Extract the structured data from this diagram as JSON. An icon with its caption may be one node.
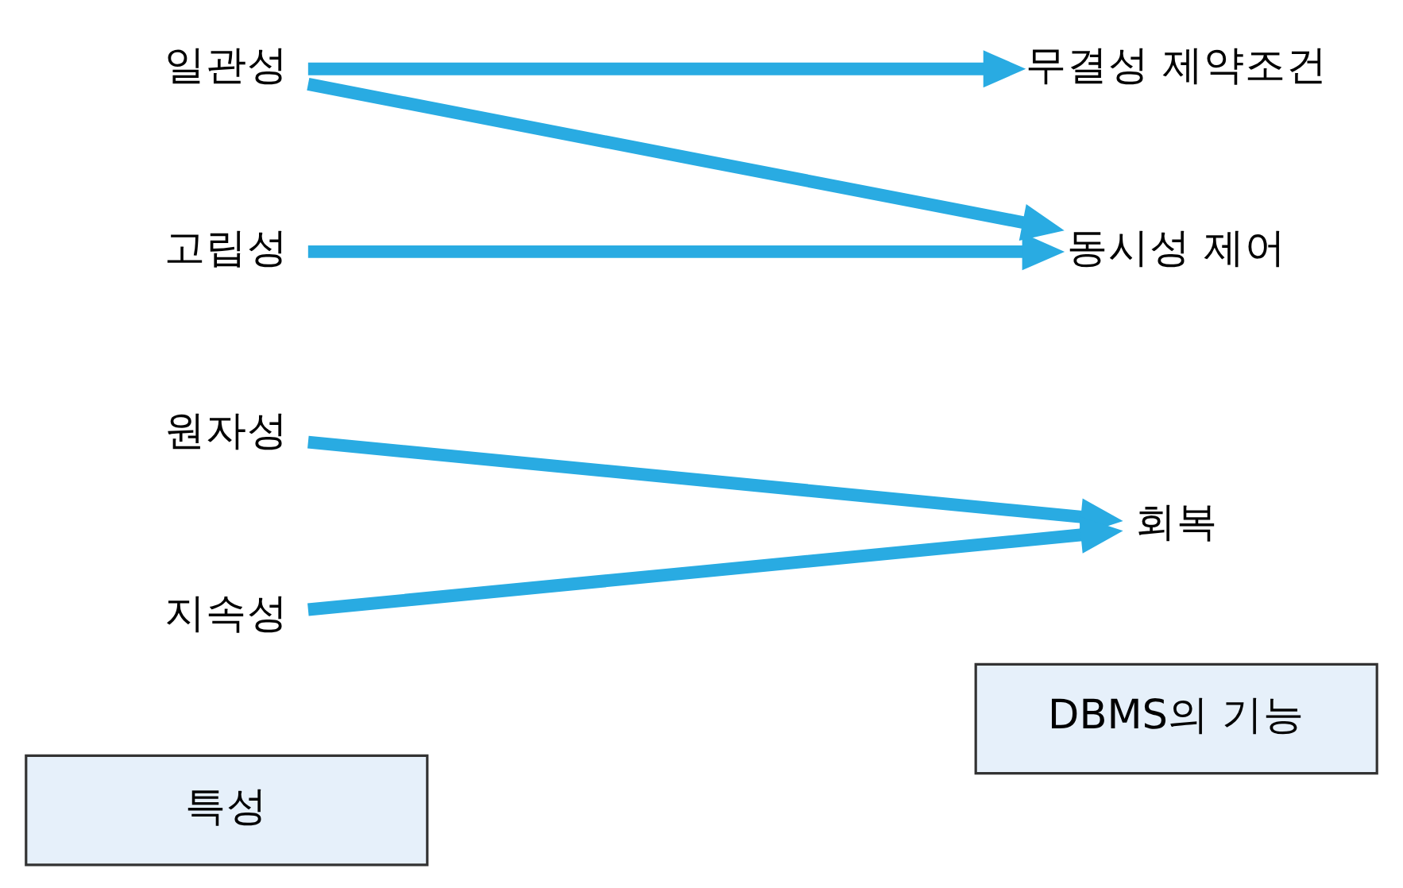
{
  "diagram": {
    "nodes": [
      {
        "text": [
          "특성"
        ]
      },
      {
        "text": [
          "DBMS의 기능"
        ]
      },
      {
        "text": [
          "원자성"
        ]
      },
      {
        "text": [
          "일관성"
        ]
      },
      {
        "text": [
          "고립성"
        ]
      },
      {
        "text": [
          "지속성"
        ]
      },
      {
        "text": [
          "무결성 제약조건"
        ]
      },
      {
        "text": [
          "동시성 제어"
        ]
      },
      {
        "text": [
          "회복"
        ]
      }
    ],
    "edges": [
      {
        "from": 2,
        "to": 8,
        "arrow": "to"
      },
      {
        "from": 3,
        "to": 6,
        "arrow": "to"
      },
      {
        "from": 3,
        "to": 7,
        "arrow": "to"
      },
      {
        "from": 4,
        "to": 7,
        "arrow": "to"
      },
      {
        "from": 5,
        "to": 8,
        "arrow": "to"
      }
    ]
  }
}
